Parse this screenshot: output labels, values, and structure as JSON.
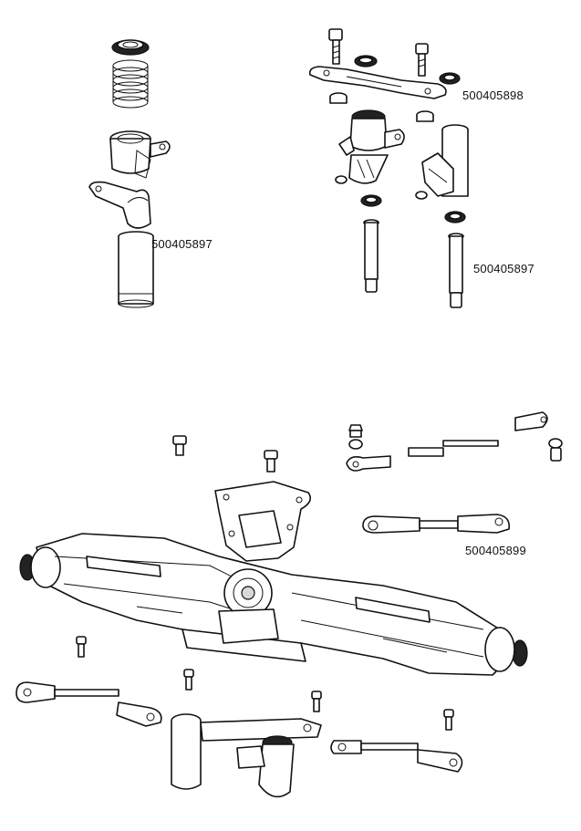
{
  "labels": {
    "upper_right_arm": "500405898",
    "upper_left_post": "500405897",
    "upper_right_post": "500405897",
    "turnbuckle": "500405899"
  },
  "colors": {
    "line": "#111111",
    "fill": "#ffffff",
    "shade": "#d8d8d8",
    "dark": "#222222"
  }
}
